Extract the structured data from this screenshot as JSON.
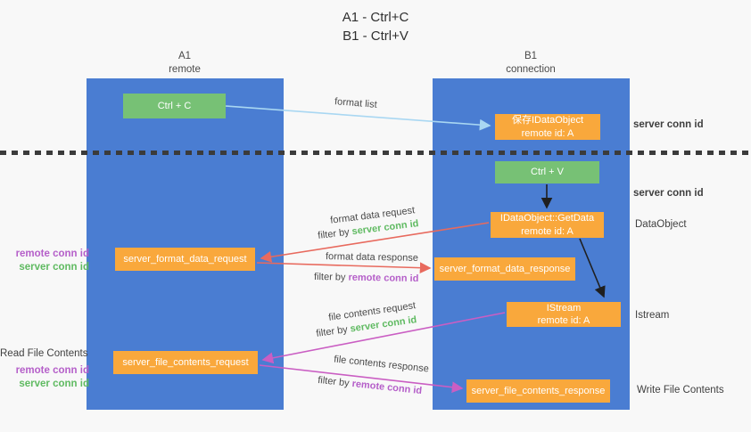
{
  "title": {
    "line1": "A1 - Ctrl+C",
    "line2": "B1 - Ctrl+V"
  },
  "columns": {
    "a1": {
      "name": "A1",
      "subtitle": "remote"
    },
    "b1": {
      "name": "B1",
      "subtitle": "connection"
    }
  },
  "nodes": {
    "ctrl_c": {
      "label": "Ctrl + C"
    },
    "save_idataobject": {
      "line1": "保存IDataObject",
      "line2": "remote id: A"
    },
    "ctrl_v": {
      "label": "Ctrl + V"
    },
    "getdata": {
      "line1": "IDataObject::GetData",
      "line2": "remote id: A"
    },
    "format_request": {
      "label": "server_format_data_request"
    },
    "format_response": {
      "label": "server_format_data_response"
    },
    "istream": {
      "line1": "IStream",
      "line2": "remote id: A"
    },
    "file_request": {
      "label": "server_file_contents_request"
    },
    "file_response": {
      "label": "server_file_contents_response"
    }
  },
  "arrow_labels": {
    "format_list": "format list",
    "format_data_request": "format data request",
    "format_data_response": "format data response",
    "file_contents_request": "file contents request",
    "file_contents_response": "file contents response",
    "filter_by": "filter by",
    "server_conn_id": "server conn id",
    "remote_conn_id": "remote conn id"
  },
  "side_labels": {
    "server_conn_id_top": "server conn id",
    "server_conn_id_mid": "server conn id",
    "dataobject": "DataObject",
    "istream": "Istream",
    "write_file_contents": "Write File Contents",
    "read_file_contents": "Read File Contents",
    "remote_conn_id": "remote conn id",
    "server_conn_id": "server conn id"
  },
  "colors": {
    "lane_blue": "#4a7dd2",
    "node_orange": "#f9a83c",
    "node_green": "#77c175",
    "arrow_red": "#e86a5e",
    "arrow_magenta": "#ca5ec3",
    "arrow_blue": "#a9d7f2",
    "arrow_black": "#1f1f1f",
    "text_green": "#5fba61",
    "text_purple": "#b55fc9"
  }
}
